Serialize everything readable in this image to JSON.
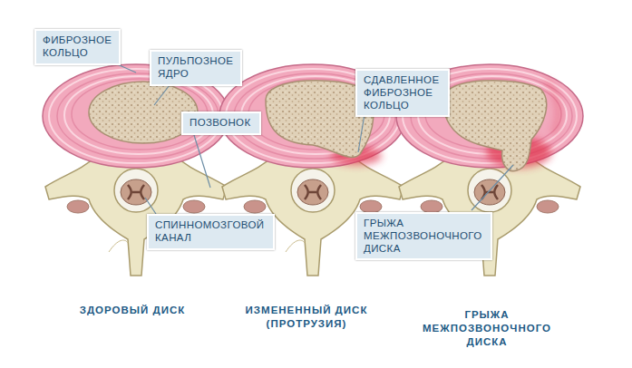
{
  "diagram": {
    "nodes": [
      {
        "text": [
          "ФИБРОЗНОЕ КОЛЬЦО"
        ]
      },
      {
        "text": [
          "ПУЛЬПОЗНОЕ ЯДРО"
        ]
      },
      {
        "text": [
          "СДАВЛЕННОЕ ФИБРОЗНОЕ КОЛЬЦО"
        ]
      },
      {
        "text": [
          "ПОЗВОНОК"
        ]
      },
      {
        "text": [
          "СПИННОМОЗГОВОЙ КАНАЛ"
        ]
      },
      {
        "text": [
          "ГРЫЖА МЕЖПОЗВОНОЧНОГО ДИСКА"
        ]
      }
    ],
    "labels": [
      "ЗДОРОВЫЙ ДИСК",
      "ИЗМЕНЕННЫЙ ДИСК (ПРОТРУЗИЯ)",
      "ГРЫЖА МЕЖПОЗВОНОЧНОГО ДИСКА"
    ]
  }
}
